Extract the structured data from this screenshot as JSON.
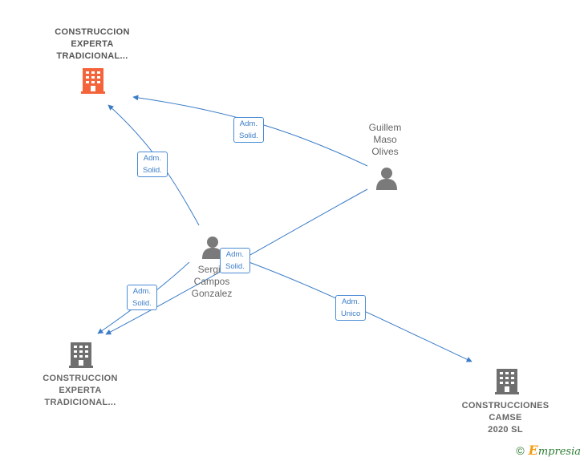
{
  "companies": [
    {
      "id": "c1",
      "label": [
        "CONSTRUCCION",
        "EXPERTA",
        "TRADICIONAL..."
      ],
      "color": "#f4633a"
    },
    {
      "id": "c2",
      "label": [
        "CONSTRUCCION",
        "EXPERTA",
        "TRADICIONAL..."
      ],
      "color": "#6f6f6f"
    },
    {
      "id": "c3",
      "label": [
        "CONSTRUCCIONES",
        "CAMSE",
        "2020  SL"
      ],
      "color": "#6f6f6f"
    }
  ],
  "people": [
    {
      "id": "p1",
      "label": [
        "Guillem",
        "Maso",
        "Olives"
      ]
    },
    {
      "id": "p2",
      "label": [
        "Sergio",
        "Campos",
        "Gonzalez"
      ]
    }
  ],
  "edges": [
    {
      "from": "p1",
      "to": "c1",
      "label": "Adm.\nSolid."
    },
    {
      "from": "p2",
      "to": "c1",
      "label": "Adm.\nSolid."
    },
    {
      "from": "p2",
      "to": "c2",
      "label": "Adm.\nSolid."
    },
    {
      "from": "p1",
      "to": "c2",
      "label": "Adm.\nSolid."
    },
    {
      "from": "p2",
      "to": "c3",
      "label": "Adm.\nUnico"
    }
  ],
  "footer": {
    "copyright": "©",
    "brand_first": "E",
    "brand_rest": "mpresia"
  },
  "colors": {
    "edge": "#3a7cc8",
    "accent_company": "#f4633a",
    "company": "#6f6f6f",
    "person": "#7a7a7a"
  }
}
